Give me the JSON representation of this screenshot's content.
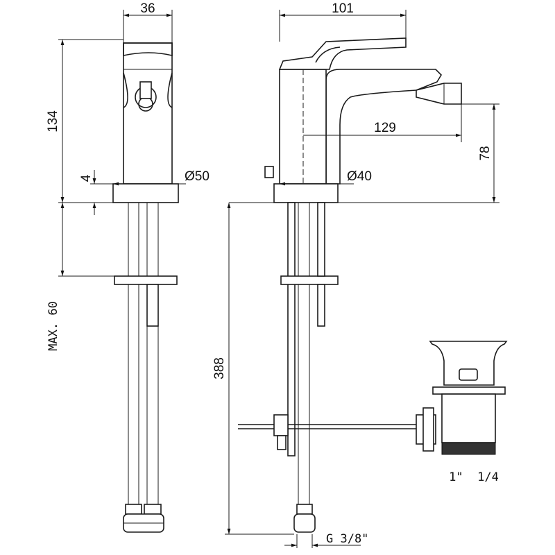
{
  "dimensions": {
    "width_side": "36",
    "width_front": "101",
    "height_total": "134",
    "spout_reach": "129",
    "spout_height": "78",
    "base_diameter_side": "Ø50",
    "base_diameter_front": "Ø40",
    "base_thickness": "4",
    "max_deck": "MAX. 60",
    "hose_length": "388",
    "drain_size": "1\"  1/4",
    "connection": "G 3/8\""
  }
}
